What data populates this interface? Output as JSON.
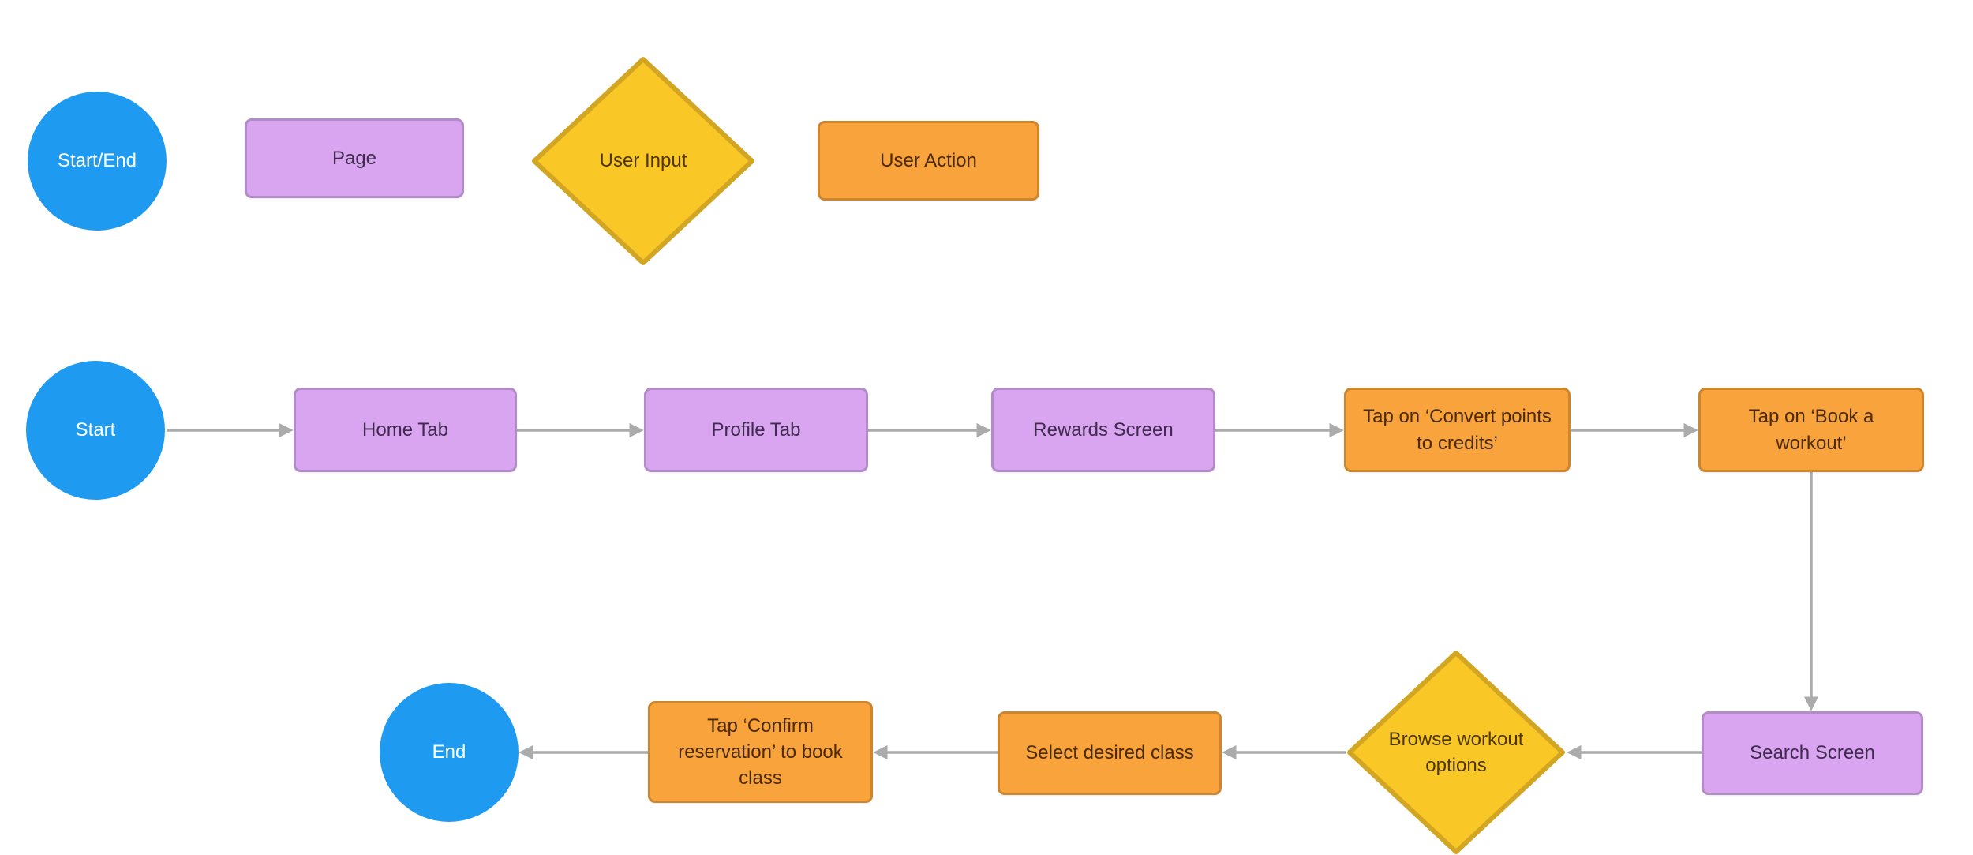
{
  "colors": {
    "background": "#ffffff",
    "start_end_fill": "#1E9BF0",
    "page_fill": "#DAA5F0",
    "page_border": "#B18CC6",
    "user_input_fill": "#F9C826",
    "user_input_border": "#D2A623",
    "user_action_fill": "#F8A33B",
    "user_action_border": "#CD862D",
    "arrow": "#ABABAB",
    "text_on_blue": "#FFFFFF",
    "text_on_purple": "#3E2B4D",
    "text_on_orange": "#4A2A08",
    "text_on_yellow": "#4C3605"
  },
  "legend": {
    "start_end": "Start/End",
    "page": "Page",
    "user_input": "User Input",
    "user_action": "User Action"
  },
  "nodes": {
    "start": "Start",
    "home_tab": "Home Tab",
    "profile_tab": "Profile Tab",
    "rewards_screen": "Rewards Screen",
    "convert_points": "Tap on ‘Convert points to credits’",
    "book_workout": "Tap on ‘Book a workout’",
    "search_screen": "Search Screen",
    "browse_options": "Browse workout options",
    "select_class": "Select desired class",
    "confirm_reservation": "Tap ‘Confirm reservation’ to book class",
    "end": "End"
  },
  "edges": [
    {
      "from": "start",
      "to": "home_tab",
      "direction": "right"
    },
    {
      "from": "home_tab",
      "to": "profile_tab",
      "direction": "right"
    },
    {
      "from": "profile_tab",
      "to": "rewards_screen",
      "direction": "right"
    },
    {
      "from": "rewards_screen",
      "to": "convert_points",
      "direction": "right"
    },
    {
      "from": "convert_points",
      "to": "book_workout",
      "direction": "right"
    },
    {
      "from": "book_workout",
      "to": "search_screen",
      "direction": "down"
    },
    {
      "from": "search_screen",
      "to": "browse_options",
      "direction": "left"
    },
    {
      "from": "browse_options",
      "to": "select_class",
      "direction": "left"
    },
    {
      "from": "select_class",
      "to": "confirm_reservation",
      "direction": "left"
    },
    {
      "from": "confirm_reservation",
      "to": "end",
      "direction": "left"
    }
  ]
}
